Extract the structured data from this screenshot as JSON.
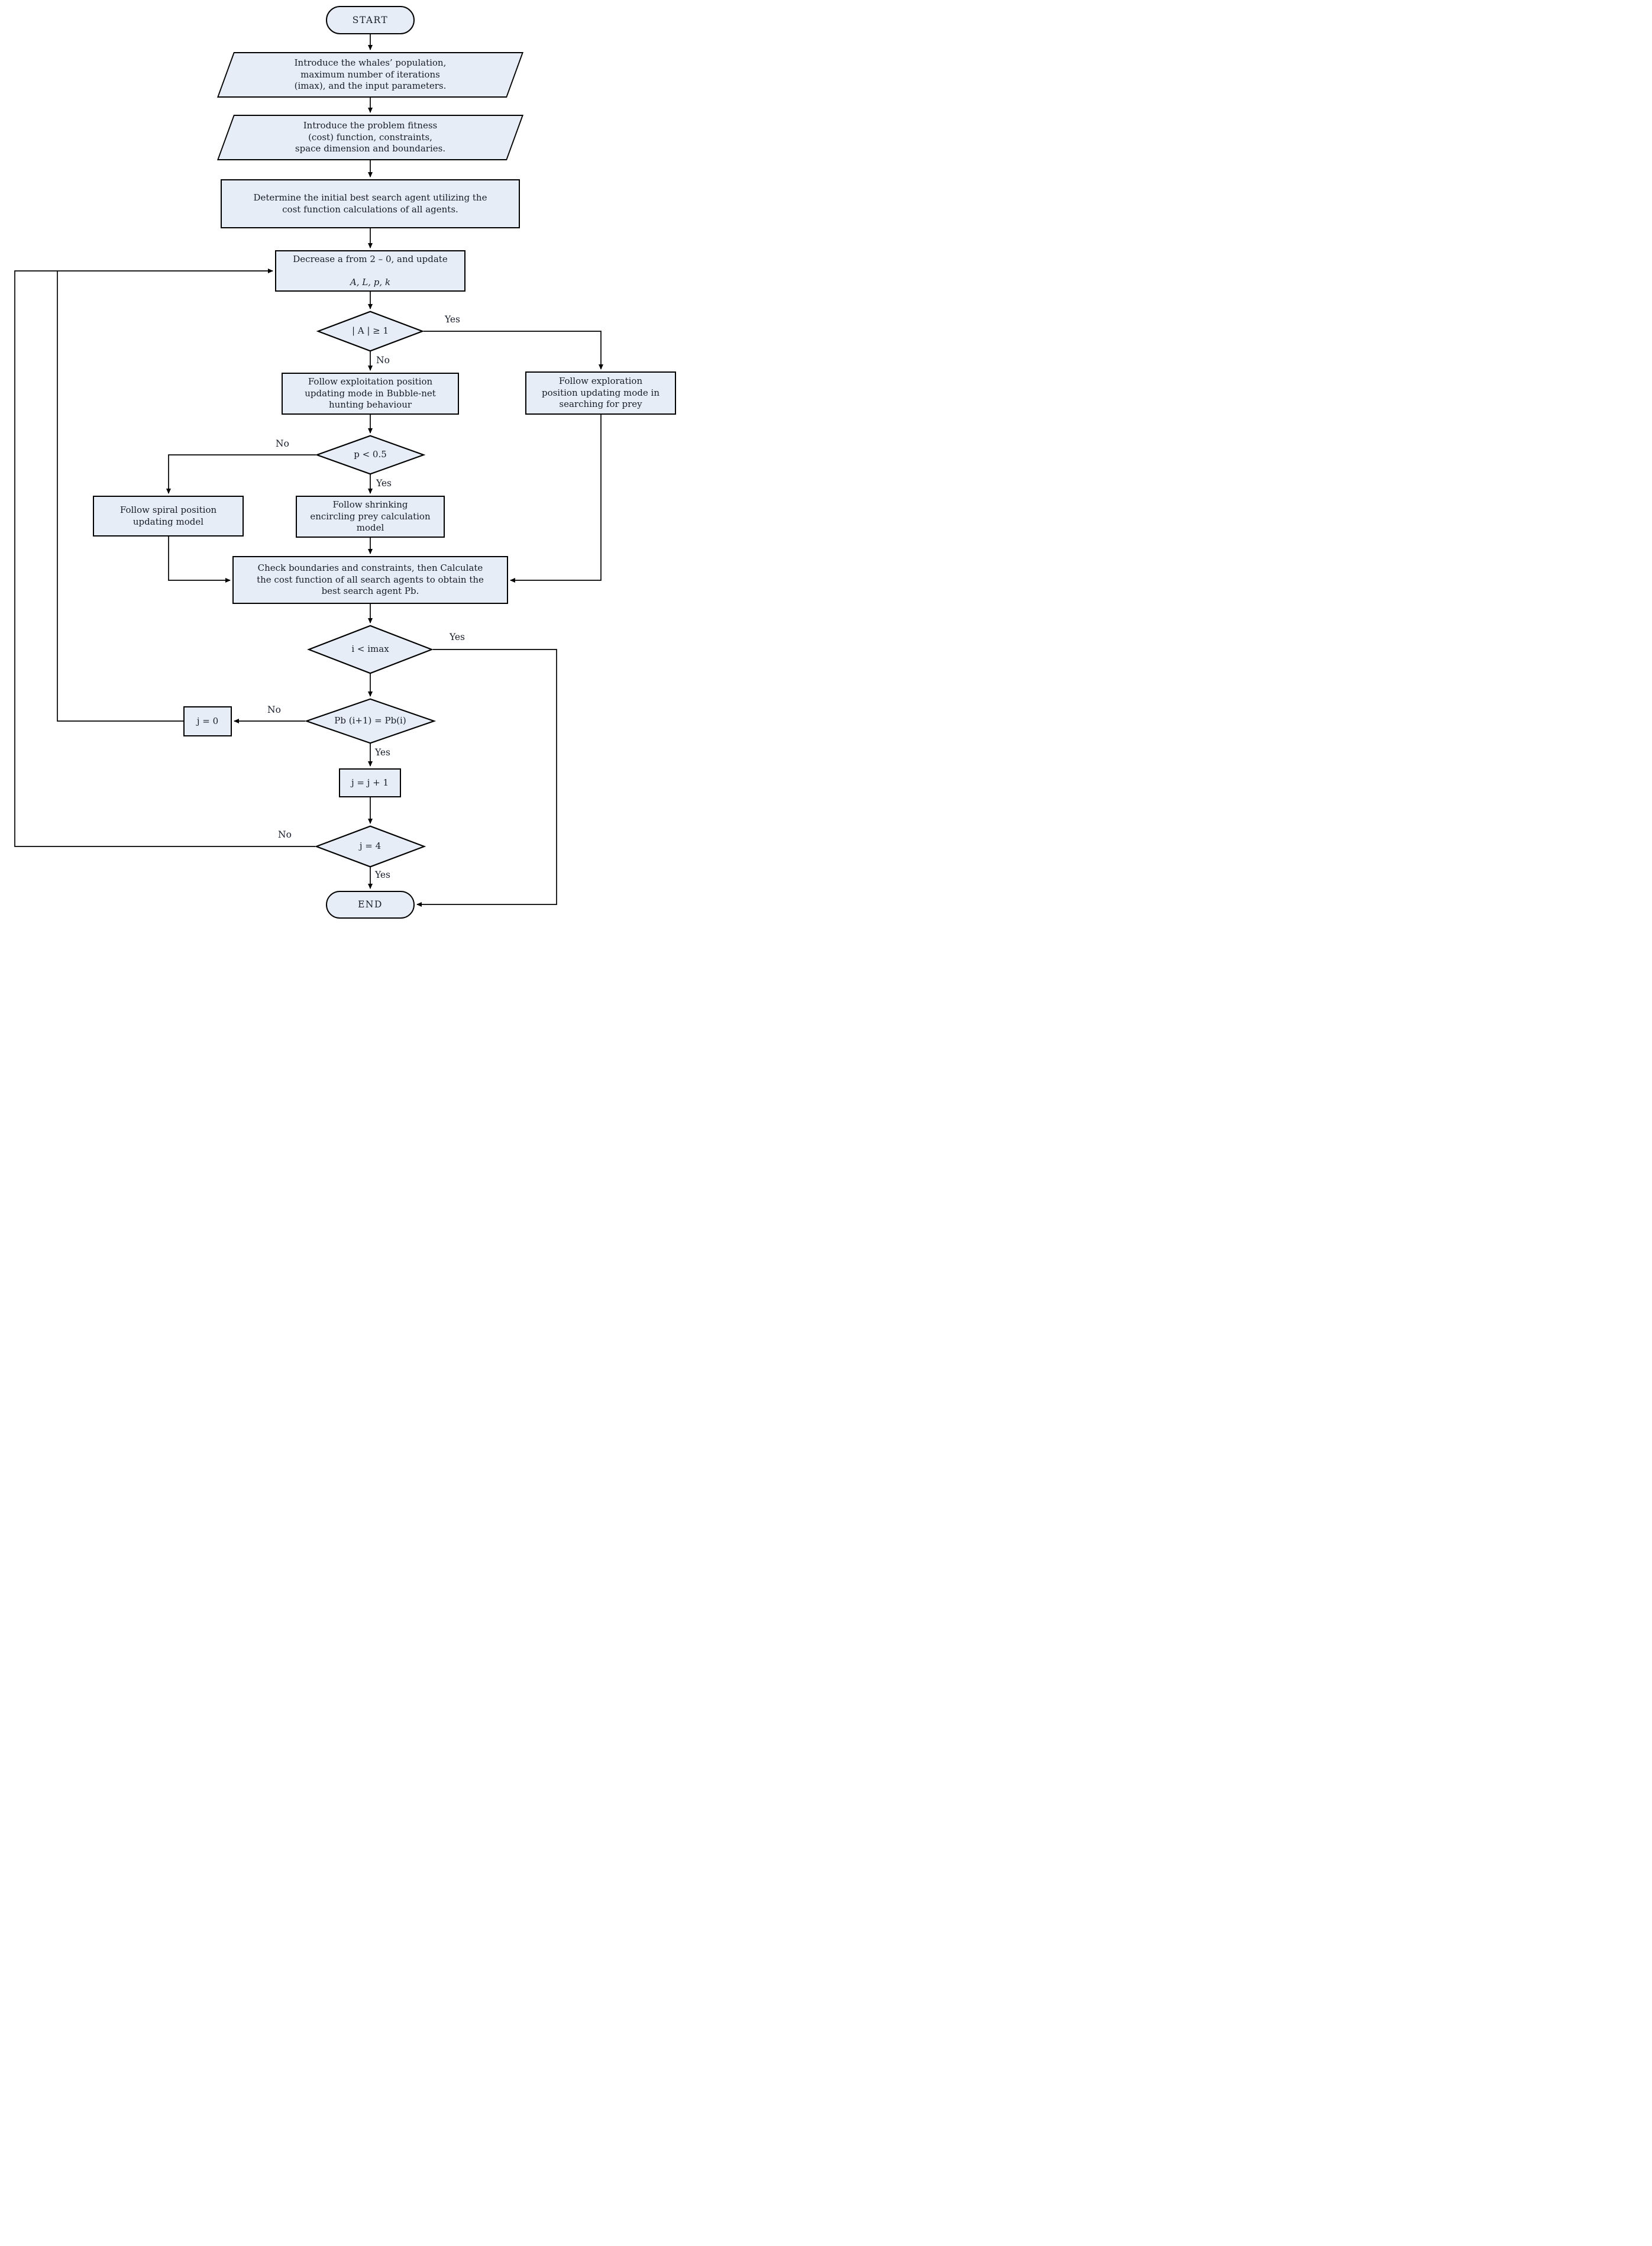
{
  "diagram": {
    "colors": {
      "node_fill": "#e7edf7",
      "node_border": "#000000",
      "text": "#161c28",
      "background": "#ffffff"
    },
    "nodes": {
      "start": {
        "type": "terminator",
        "label": "START"
      },
      "intro_population": {
        "type": "io",
        "label": "Introduce the whales’ population,\nmaximum number of iterations\n(imax), and the input parameters."
      },
      "intro_fitness": {
        "type": "io",
        "label": "Introduce the problem fitness\n(cost) function, constraints,\nspace dimension and boundaries."
      },
      "initial_best": {
        "type": "process",
        "label": "Determine the initial best search agent utilizing the\ncost function calculations of all agents."
      },
      "decrease_a": {
        "type": "process",
        "line1": "Decrease a from 2 – 0, and update",
        "line2": "A, L, p, k"
      },
      "abs_a_check": {
        "type": "decision",
        "label": "| A | ≥ 1"
      },
      "exploitation": {
        "type": "process",
        "label": "Follow exploitation position\nupdating mode in Bubble-net\nhunting behaviour"
      },
      "exploration": {
        "type": "process",
        "label": "Follow exploration\nposition updating mode in\nsearching for prey"
      },
      "p_check": {
        "type": "decision",
        "label": "p < 0.5"
      },
      "spiral": {
        "type": "process",
        "label": "Follow spiral position\nupdating model"
      },
      "shrinking": {
        "type": "process",
        "label": "Follow shrinking\nencircling prey calculation\nmodel"
      },
      "check_boundaries": {
        "type": "process",
        "label": "Check boundaries and constraints, then Calculate\nthe cost function of all search agents to obtain the\nbest search agent Pb."
      },
      "iteration_check": {
        "type": "decision",
        "label": "i < imax"
      },
      "pb_check": {
        "type": "decision",
        "label": "Pb (i+1) = Pb(i)"
      },
      "j_reset": {
        "type": "process",
        "label": "j = 0"
      },
      "j_increment": {
        "type": "process",
        "label": "j = j + 1"
      },
      "j_check": {
        "type": "decision",
        "label": "j = 4"
      },
      "end": {
        "type": "terminator",
        "label": "END"
      }
    },
    "edge_labels": {
      "a_yes": "Yes",
      "a_no": "No",
      "p_no": "No",
      "p_yes": "Yes",
      "iter_yes": "Yes",
      "pb_no": "No",
      "pb_yes": "Yes",
      "j4_no": "No",
      "j4_yes": "Yes"
    }
  }
}
